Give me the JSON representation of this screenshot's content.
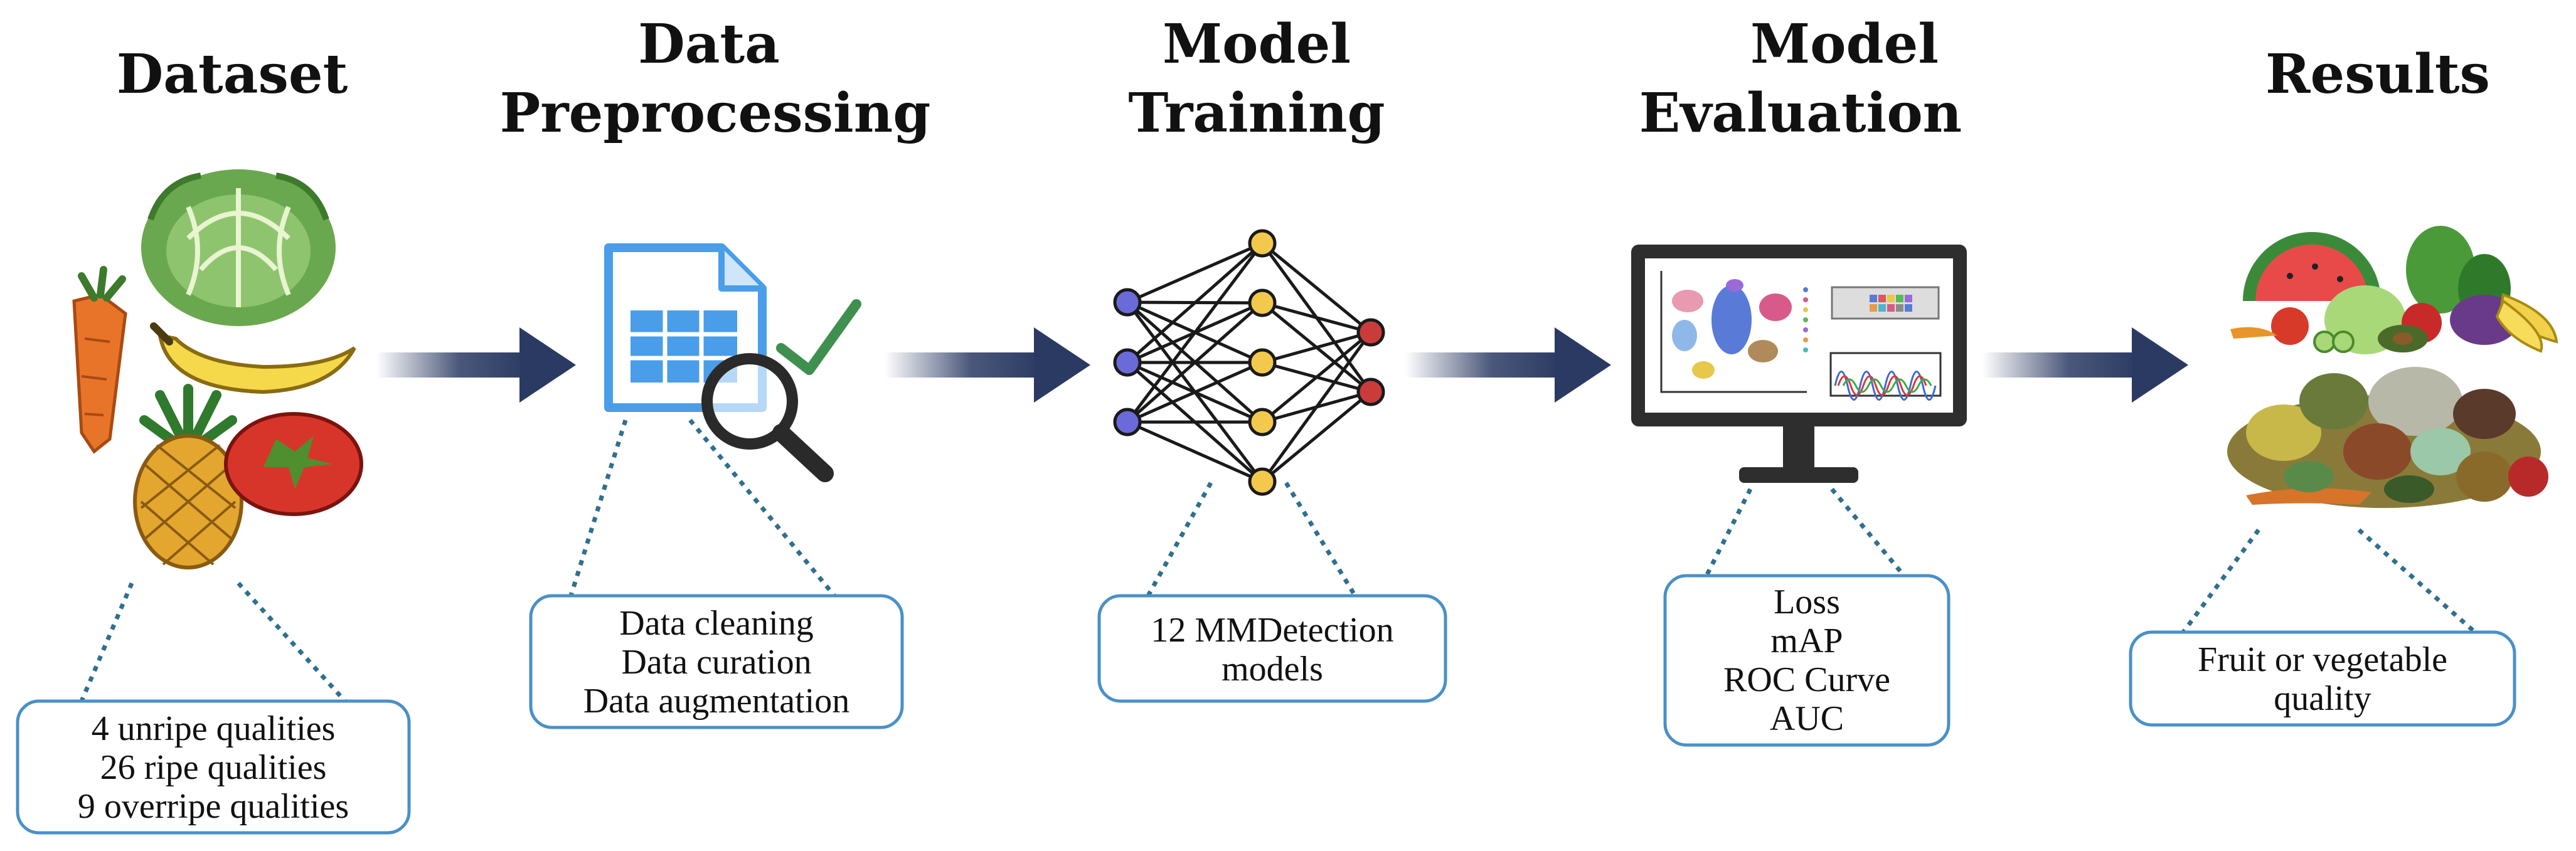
{
  "stages": [
    {
      "id": "dataset",
      "title_lines": [
        "Dataset"
      ],
      "details": [
        "4 unripe qualities",
        "26 ripe qualities",
        "9 overripe qualities"
      ]
    },
    {
      "id": "preprocessing",
      "title_lines": [
        "Data",
        "Preprocessing"
      ],
      "details": [
        "Data cleaning",
        "Data curation",
        "Data augmentation"
      ]
    },
    {
      "id": "training",
      "title_lines": [
        "Model",
        "Training"
      ],
      "details": [
        "12 MMDetection",
        "models"
      ]
    },
    {
      "id": "evaluation",
      "title_lines": [
        "Model",
        "Evaluation"
      ],
      "details": [
        "Loss",
        "mAP",
        "ROC Curve",
        "AUC"
      ]
    },
    {
      "id": "results",
      "title_lines": [
        "Results"
      ],
      "details": [
        "Fruit or vegetable",
        "quality"
      ]
    }
  ],
  "colors": {
    "arrow": "#2b3a63",
    "box_border": "#4a90c8",
    "dotted": "#2f6f8f",
    "spreadsheet": "#4a9de8",
    "check": "#3f8f4f",
    "node_input": "#6a6ad8",
    "node_hidden": "#f2c94c",
    "node_output": "#cc3b3b",
    "monitor": "#2e2e2e"
  },
  "icons": {
    "dataset": "fruit-vegetable-icon",
    "preprocessing": "spreadsheet-magnifier-icon",
    "training": "neural-network-icon",
    "evaluation": "monitor-plot-icon",
    "results": "produce-pile-icon"
  }
}
